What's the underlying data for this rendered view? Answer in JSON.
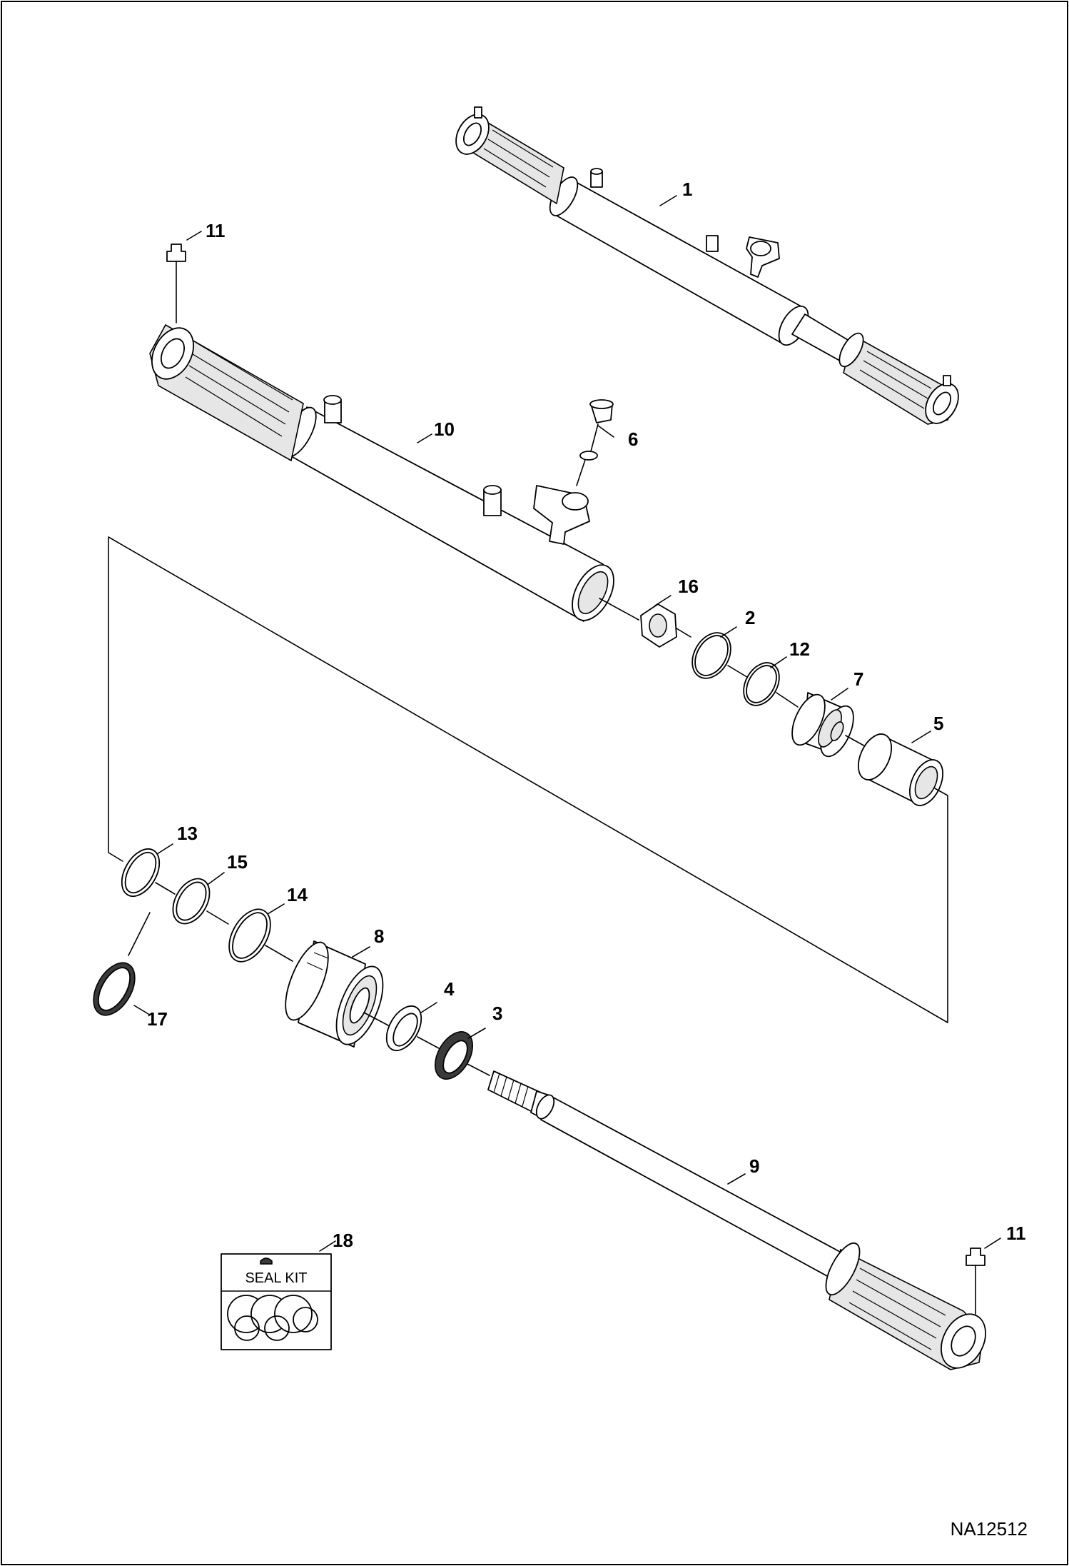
{
  "figure_code": "NA12512",
  "seal_kit_label": "SEAL KIT",
  "callouts": {
    "c1": "1",
    "c2": "2",
    "c3": "3",
    "c4": "4",
    "c5": "5",
    "c6": "6",
    "c7": "7",
    "c8": "8",
    "c9": "9",
    "c10": "10",
    "c11a": "11",
    "c11b": "11",
    "c12": "12",
    "c13": "13",
    "c14": "14",
    "c15": "15",
    "c16": "16",
    "c17": "17",
    "c18": "18"
  }
}
